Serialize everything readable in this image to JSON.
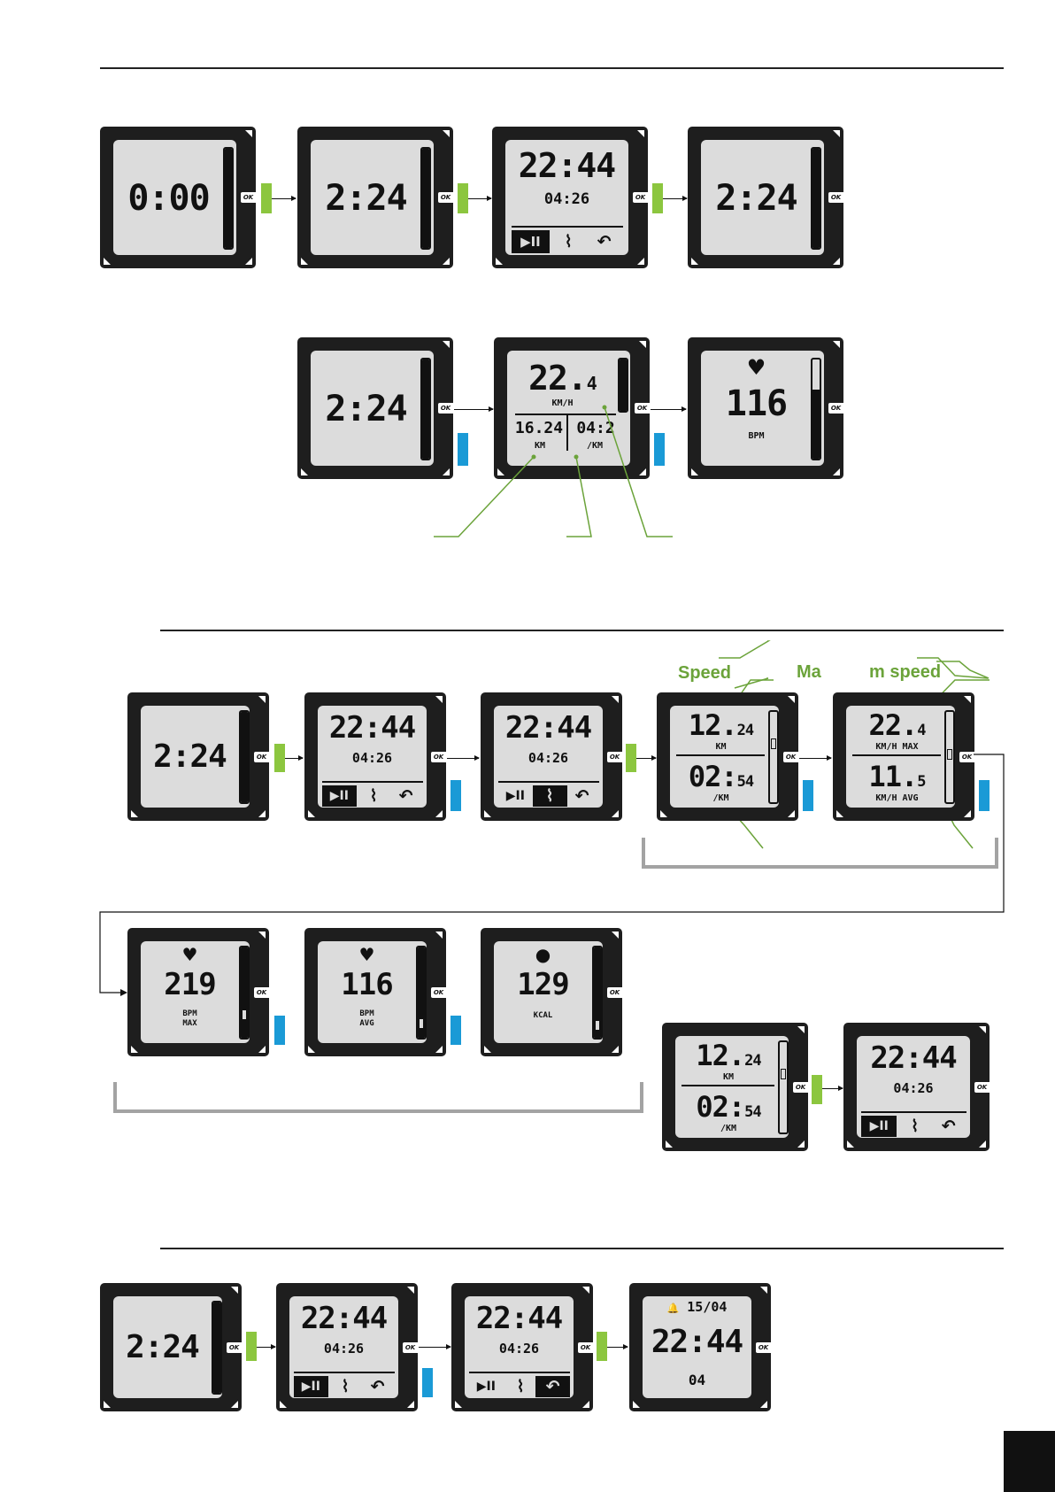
{
  "ok_label": "OK",
  "row1": {
    "w1": {
      "big": "0:00"
    },
    "w2": {
      "big": "2:24"
    },
    "w3": {
      "time": "22:44",
      "sub": "04:26",
      "menu": [
        "▶II",
        "⌇",
        "↶"
      ]
    },
    "w4": {
      "big": "2:24"
    }
  },
  "row2": {
    "w1": {
      "big": "2:24"
    },
    "w2": {
      "speed": "22.",
      "speed_dec": "4",
      "speed_unit": "KM/H",
      "dist": "16.24",
      "dist_unit": "KM",
      "pace": "04:2",
      "pace_unit": "/KM"
    },
    "w3": {
      "icon": "♥",
      "big": "116",
      "unit": "BPM"
    }
  },
  "labels": {
    "speed": "Speed",
    "ma": "Ma",
    "mspeed": "m speed"
  },
  "row3": {
    "w1": {
      "big": "2:24"
    },
    "w2": {
      "time": "22:44",
      "sub": "04:26",
      "menu": [
        "▶II",
        "⌇",
        "↶"
      ]
    },
    "w3": {
      "time": "22:44",
      "sub": "04:26",
      "menu": [
        "▶II",
        "⌇",
        "↶"
      ]
    },
    "w4": {
      "top": "12.",
      "top_dec": "24",
      "top_unit": "KM",
      "bottom": "02:",
      "bottom_dec": "54",
      "bottom_unit": "/KM"
    },
    "w5": {
      "top": "22.",
      "top_dec": "4",
      "top_unit": "KM/H MAX",
      "bottom": "11.",
      "bottom_dec": "5",
      "bottom_unit": "KM/H AVG"
    }
  },
  "row4": {
    "w1": {
      "icon": "♥",
      "big": "219",
      "unit1": "BPM",
      "unit2": "MAX"
    },
    "w2": {
      "icon": "♥",
      "big": "116",
      "unit1": "BPM",
      "unit2": "AVG"
    },
    "w3": {
      "icon": "●",
      "big": "129",
      "unit1": "KCAL",
      "unit2": ""
    },
    "w4": {
      "top": "12.",
      "top_dec": "24",
      "top_unit": "KM",
      "bottom": "02:",
      "bottom_dec": "54",
      "bottom_unit": "/KM"
    },
    "w5": {
      "time": "22:44",
      "sub": "04:26",
      "menu": [
        "▶II",
        "⌇",
        "↶"
      ]
    }
  },
  "row5": {
    "w1": {
      "big": "2:24"
    },
    "w2": {
      "time": "22:44",
      "sub": "04:26",
      "menu": [
        "▶II",
        "⌇",
        "↶"
      ]
    },
    "w3": {
      "time": "22:44",
      "sub": "04:26",
      "menu": [
        "▶II",
        "⌇",
        "↶"
      ]
    },
    "w4": {
      "bell": "🔔",
      "date": "15/04",
      "time": "22:44",
      "sub": "04"
    }
  }
}
